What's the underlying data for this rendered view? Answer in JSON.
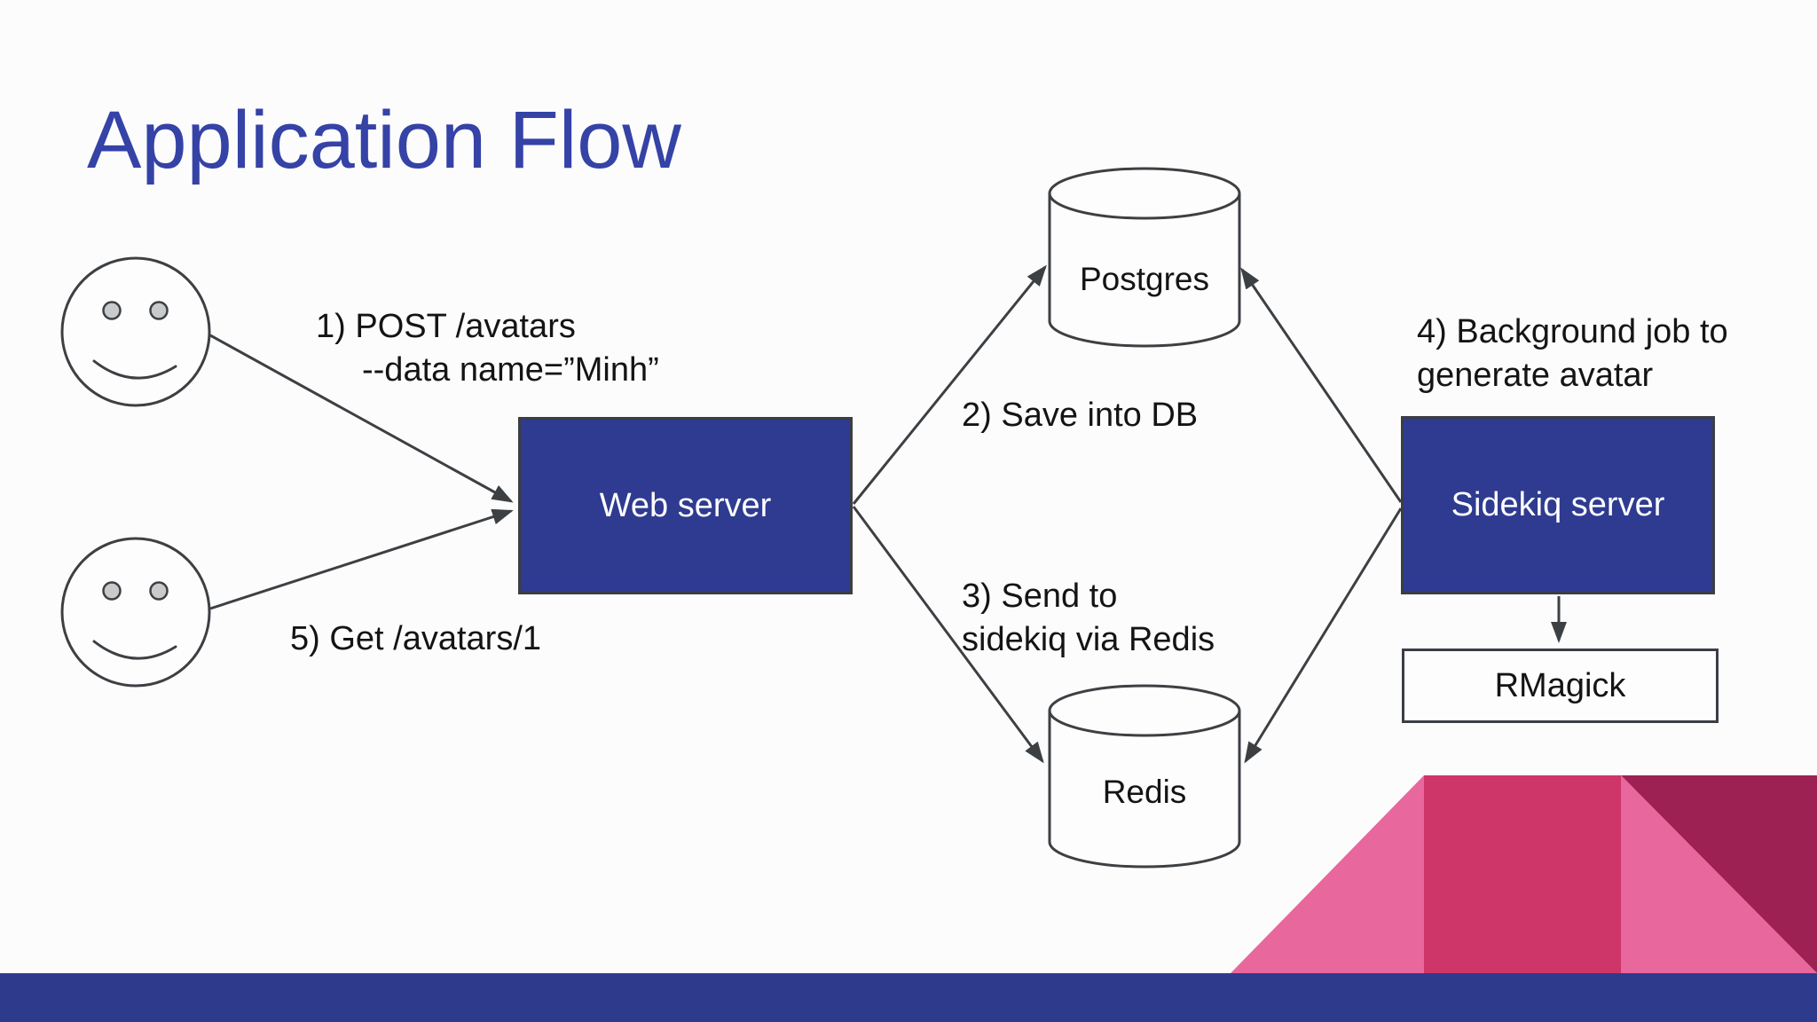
{
  "slide": {
    "title": "Application Flow"
  },
  "nodes": {
    "web_server": {
      "label": "Web server"
    },
    "sidekiq_server": {
      "label": "Sidekiq server"
    },
    "rmagick": {
      "label": "RMagick"
    },
    "postgres": {
      "label": "Postgres"
    },
    "redis": {
      "label": "Redis"
    }
  },
  "annotations": {
    "step1_line1": "1) POST /avatars",
    "step1_line2": "--data name=”Minh”",
    "step2": "2) Save into DB",
    "step3_line1": "3) Send to",
    "step3_line2": "sidekiq via Redis",
    "step4_line1": "4) Background job to",
    "step4_line2": "generate avatar",
    "step5": "5) Get /avatars/1"
  },
  "icons": {
    "user1": "smiley-face-icon",
    "user2": "smiley-face-icon",
    "postgres": "database-cylinder-icon",
    "redis": "database-cylinder-icon"
  },
  "colors": {
    "title": "#3542a6",
    "node_fill": "#2e3b90",
    "node_text": "#ffffff",
    "bottom_bar": "#2e3a8c",
    "pink_light": "#e8679d",
    "pink_mid": "#ce3568",
    "pink_dark": "#9d2153",
    "line": "#3d4043",
    "text": "#141414",
    "shape_fill": "#fdfdfe",
    "eye_fill": "#c9cacb",
    "background": "#fcfcfd"
  }
}
